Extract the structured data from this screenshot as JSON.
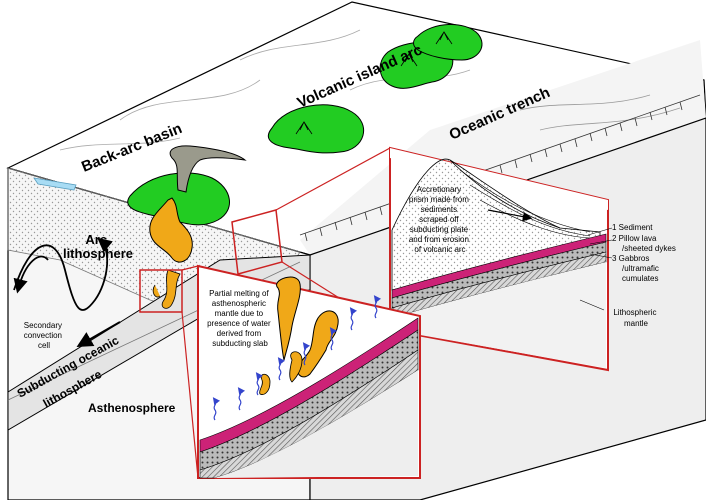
{
  "labels": {
    "volcanic_island_arc": "Volcanic island arc",
    "oceanic_trench": "Oceanic trench",
    "back_arc_basin": "Back-arc basin",
    "arc_lithosphere_1": "Arc",
    "arc_lithosphere_2": "lithosphere",
    "secondary_convection_1": "Secondary",
    "secondary_convection_2": "convection",
    "secondary_convection_3": "cell",
    "subducting_1": "Subducting oceanic",
    "subducting_2": "lithosphere",
    "asthenosphere": "Asthenosphere",
    "lithospheric_mantle_1": "Lithospheric",
    "lithospheric_mantle_2": "mantle"
  },
  "accretionary_note": [
    "Accretionary",
    "prism made from",
    "sediments",
    "scraped off",
    "subducting plate",
    "and from erosion",
    "of volcanic arc"
  ],
  "partial_melting_note": [
    "Partial melting of",
    "asthenospheric",
    "mantle due to",
    "presence of water",
    "derived from",
    "subducting slab"
  ],
  "oceanic_crust_layers": [
    "1  Sediment",
    "2  Pillow lava",
    "/sheeted dykes",
    "3  Gabbros",
    "/ultramafic",
    "cumulates"
  ],
  "colors": {
    "volcano_green": "#22cc22",
    "magma_orange": "#f0a818",
    "inset_border": "#cc2222",
    "back_arc_water": "#a8dcf4",
    "water_arrow": "#3344cc",
    "crust_magenta": "#cc2277"
  }
}
